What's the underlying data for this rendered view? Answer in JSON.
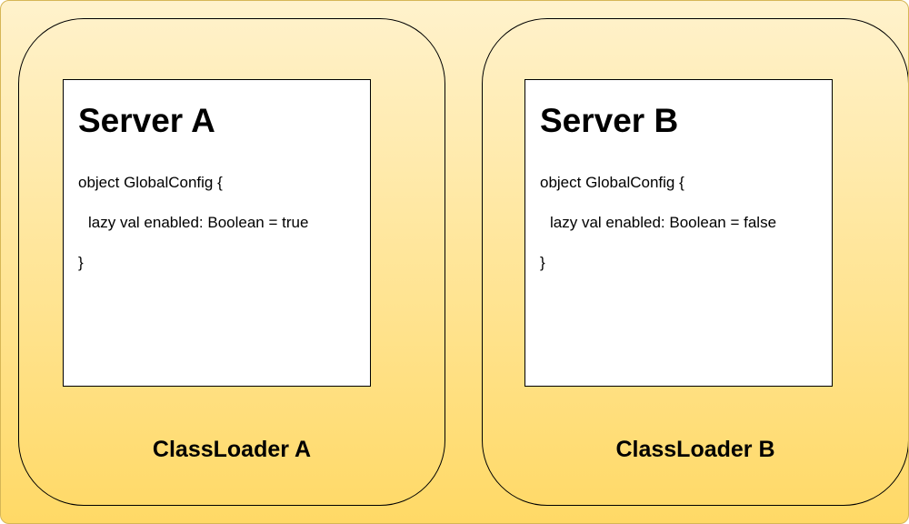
{
  "colors": {
    "background_top": "#fff2cc",
    "background_bottom": "#ffd966",
    "border": "#000000",
    "panel_fill": "#ffffff"
  },
  "loaders": [
    {
      "label": "ClassLoader A",
      "server": {
        "title": "Server A",
        "code_lines": [
          "object GlobalConfig {",
          "lazy val enabled: Boolean = true",
          "}"
        ]
      }
    },
    {
      "label": "ClassLoader B",
      "server": {
        "title": "Server B",
        "code_lines": [
          "object GlobalConfig {",
          "lazy val enabled: Boolean = false",
          "}"
        ]
      }
    }
  ]
}
